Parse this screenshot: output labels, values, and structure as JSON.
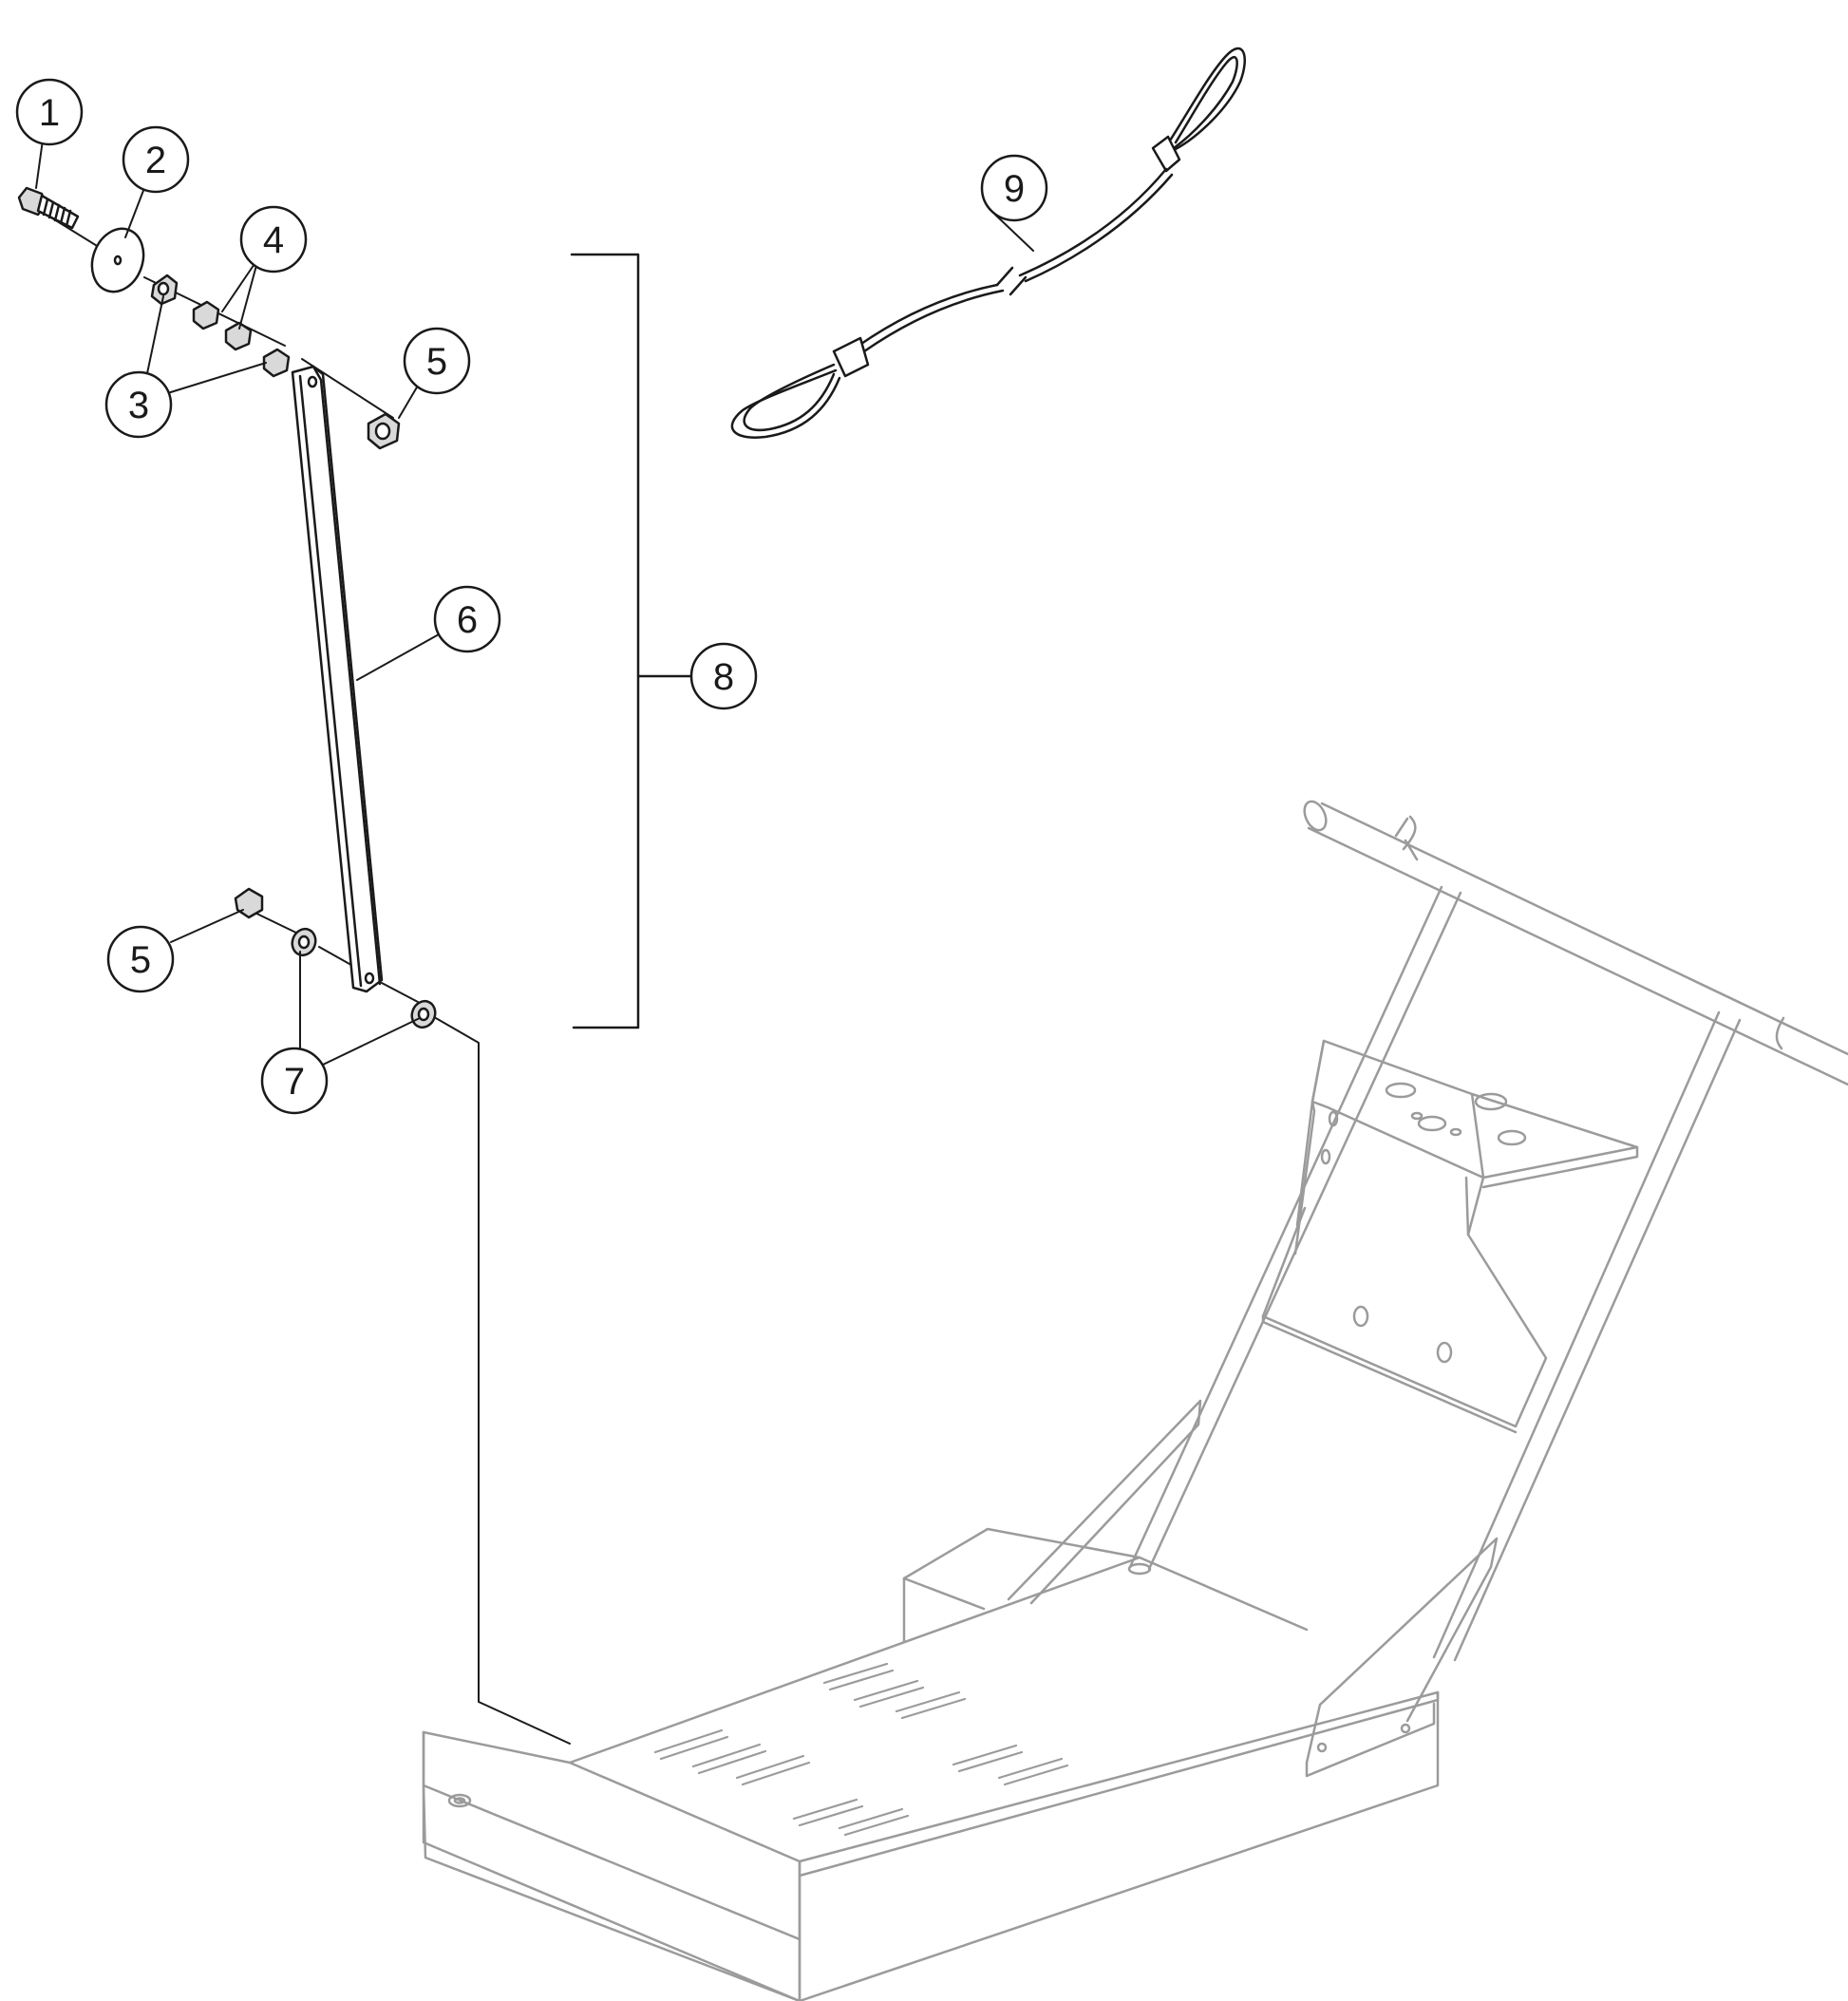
{
  "colors": {
    "ink": "#1a1a1a",
    "ghost": "#9b9b9b",
    "part_fill": "#ffffff",
    "hardware_fill": "#d9d9d9"
  },
  "callouts": [
    {
      "id": "1",
      "label": "1"
    },
    {
      "id": "2",
      "label": "2"
    },
    {
      "id": "3",
      "label": "3"
    },
    {
      "id": "4",
      "label": "4"
    },
    {
      "id": "5a",
      "label": "5"
    },
    {
      "id": "5b",
      "label": "5"
    },
    {
      "id": "6",
      "label": "6"
    },
    {
      "id": "7",
      "label": "7"
    },
    {
      "id": "8",
      "label": "8"
    },
    {
      "id": "9",
      "label": "9"
    }
  ]
}
